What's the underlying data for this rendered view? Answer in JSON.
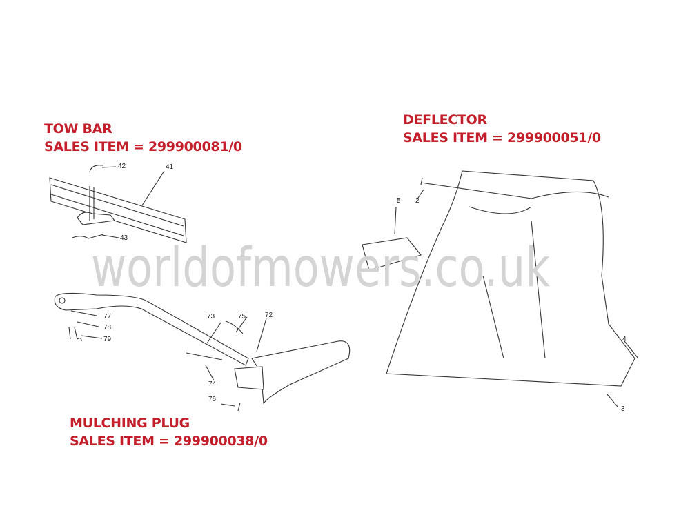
{
  "watermark": "worldofmowers.co.uk",
  "sections": {
    "tow_bar": {
      "title": "TOW BAR",
      "sales_item": "SALES ITEM = 299900081/0",
      "parts": [
        "41",
        "42",
        "43"
      ]
    },
    "mulching_plug": {
      "title": "MULCHING PLUG",
      "sales_item": "SALES ITEM = 299900038/0",
      "parts": [
        "72",
        "73",
        "74",
        "75",
        "76",
        "77",
        "78",
        "79"
      ]
    },
    "deflector": {
      "title": "DEFLECTOR",
      "sales_item": "SALES ITEM = 299900051/0",
      "parts": [
        "2",
        "3",
        "4",
        "5"
      ]
    }
  },
  "colors": {
    "heading": "#c41e2a",
    "watermark": "#d4d4d4"
  }
}
